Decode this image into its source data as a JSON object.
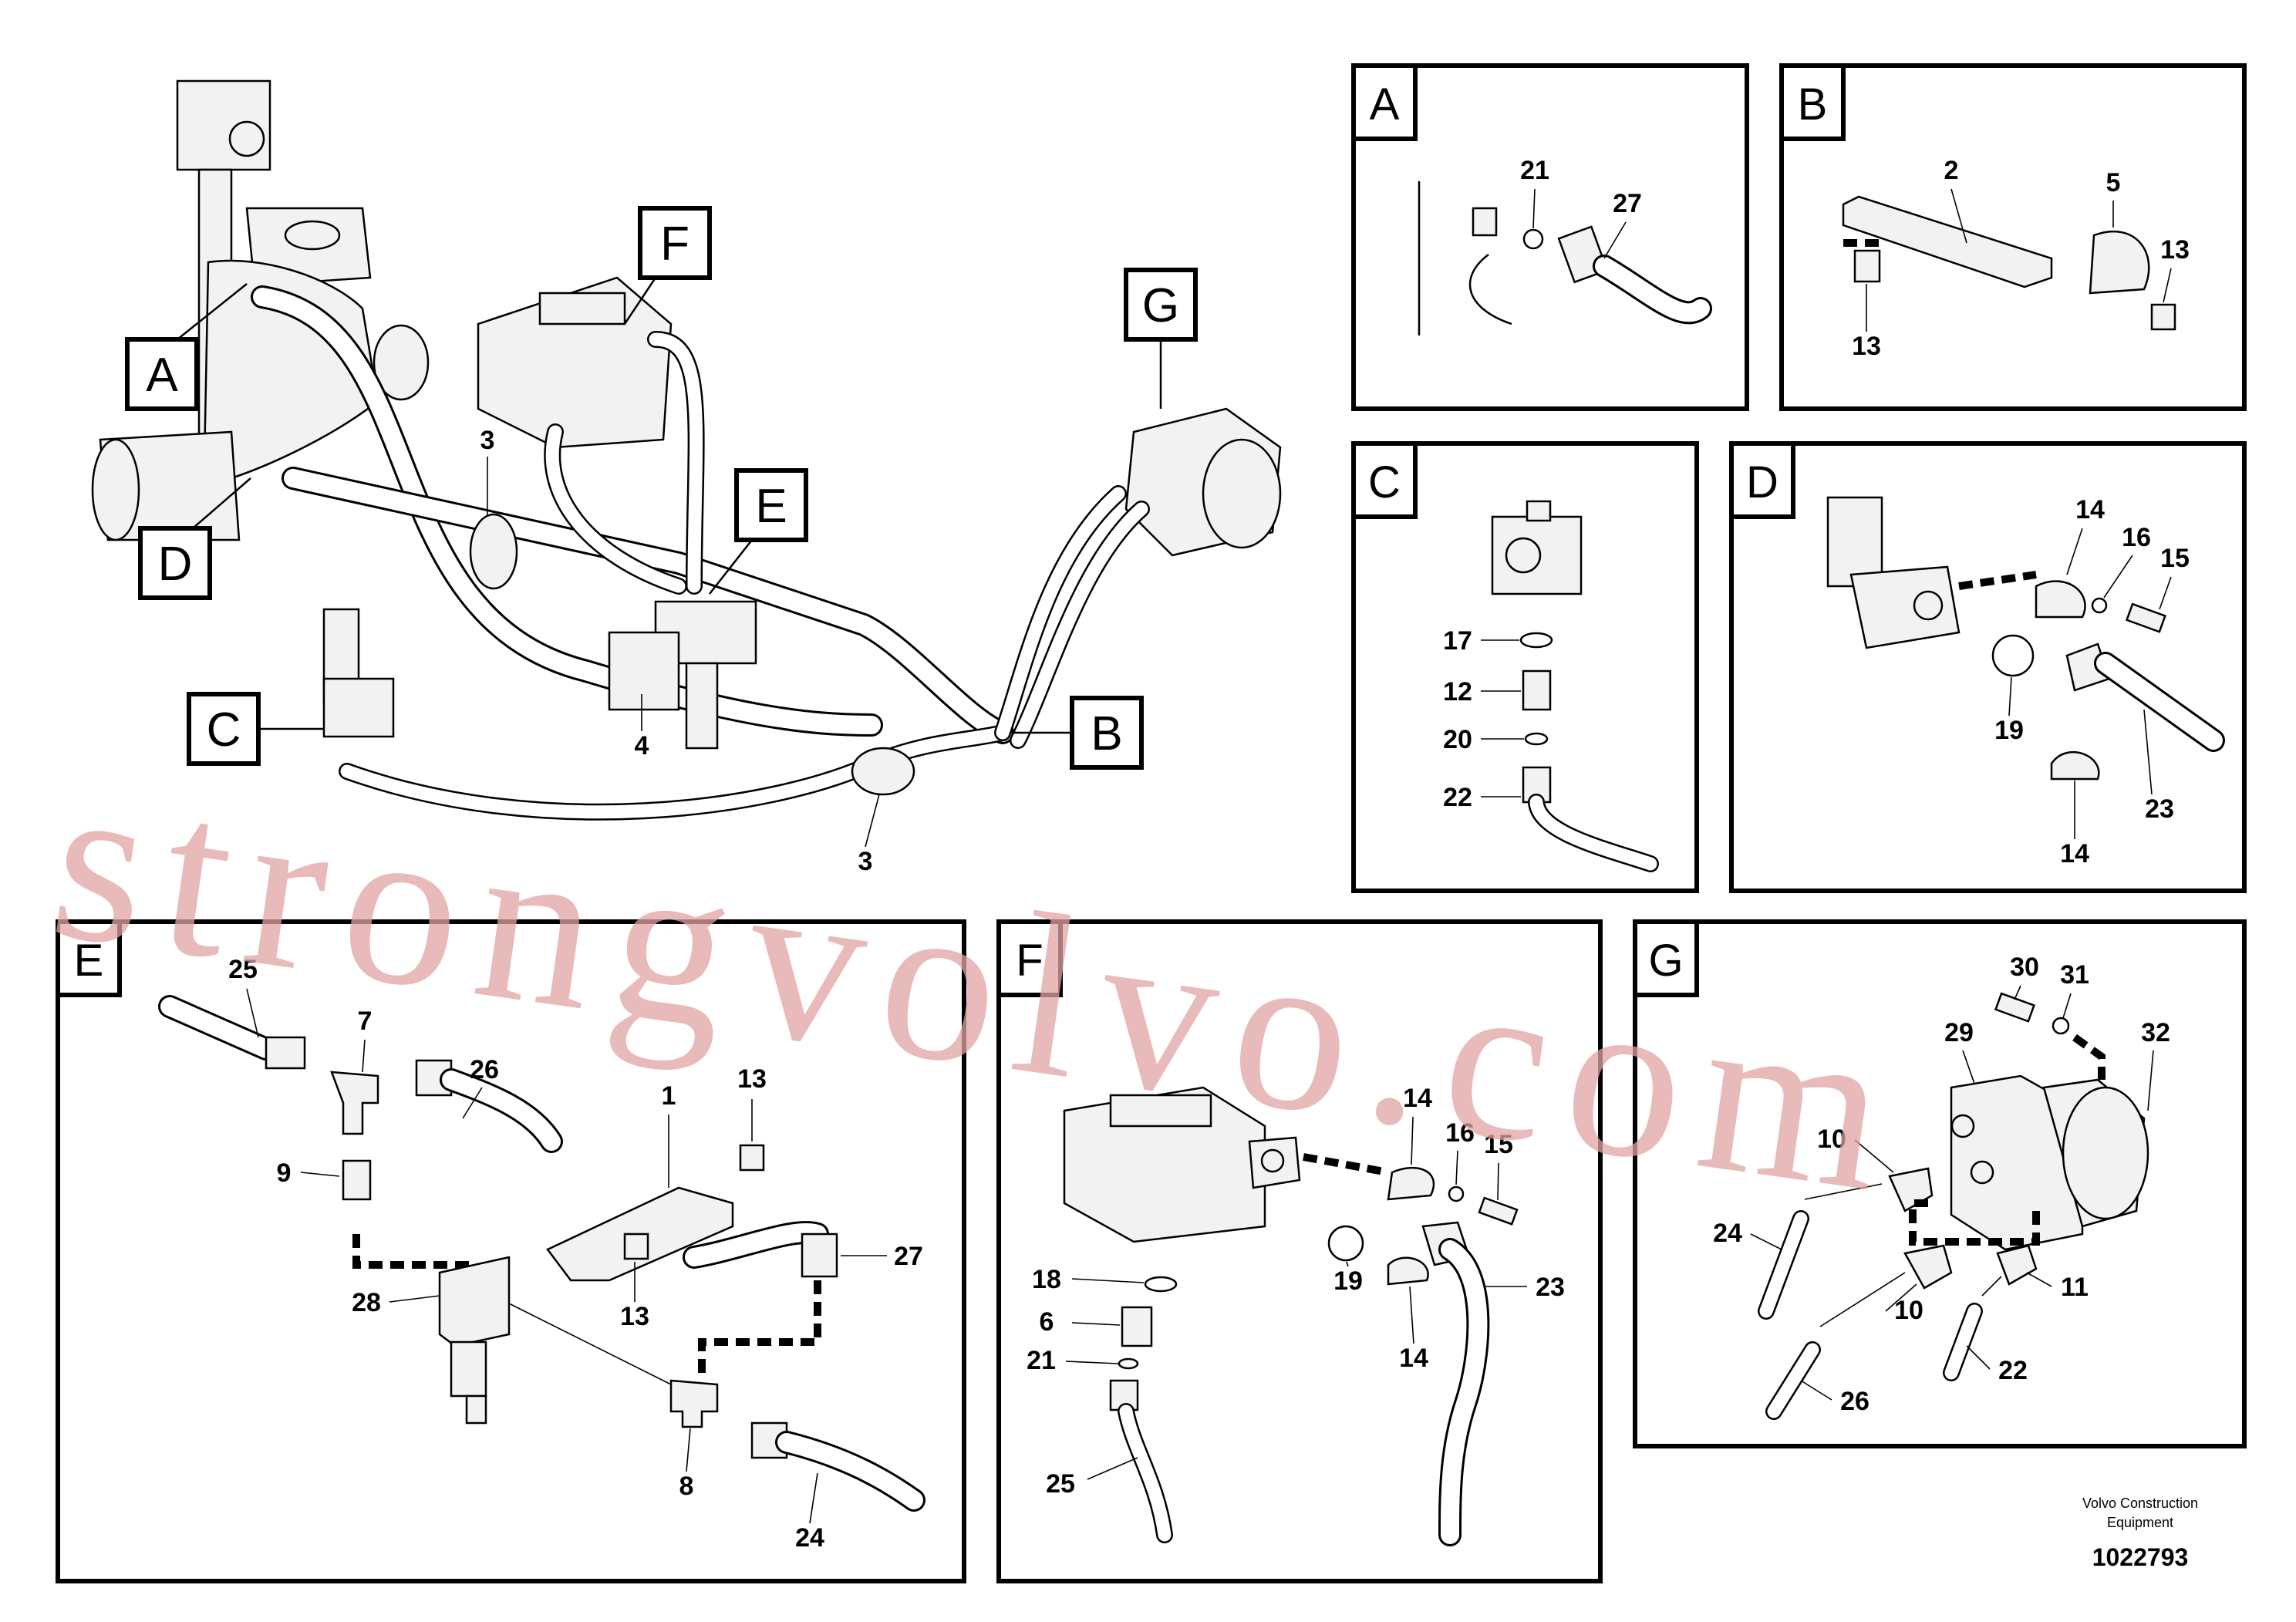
{
  "overview": {
    "callouts": [
      "A",
      "B",
      "C",
      "D",
      "E",
      "F",
      "G"
    ],
    "part_numbers": [
      "3",
      "3",
      "4"
    ]
  },
  "details": {
    "A": {
      "label": "A",
      "parts": [
        "21",
        "27"
      ]
    },
    "B": {
      "label": "B",
      "parts": [
        "2",
        "5",
        "13",
        "13"
      ]
    },
    "C": {
      "label": "C",
      "parts": [
        "17",
        "12",
        "20",
        "22"
      ]
    },
    "D": {
      "label": "D",
      "parts": [
        "14",
        "16",
        "15",
        "19",
        "23",
        "14"
      ]
    },
    "E": {
      "label": "E",
      "parts": [
        "25",
        "7",
        "26",
        "1",
        "13",
        "9",
        "27",
        "28",
        "13",
        "8",
        "24"
      ]
    },
    "F": {
      "label": "F",
      "parts": [
        "14",
        "16",
        "15",
        "18",
        "19",
        "23",
        "6",
        "21",
        "14",
        "25"
      ]
    },
    "G": {
      "label": "G",
      "parts": [
        "30",
        "31",
        "29",
        "32",
        "10",
        "24",
        "10",
        "11",
        "22",
        "26"
      ]
    }
  },
  "watermark": "strongvolvo.com",
  "footer": {
    "brand_line1": "Volvo Construction",
    "brand_line2": "Equipment",
    "drawing_number": "1022793"
  }
}
